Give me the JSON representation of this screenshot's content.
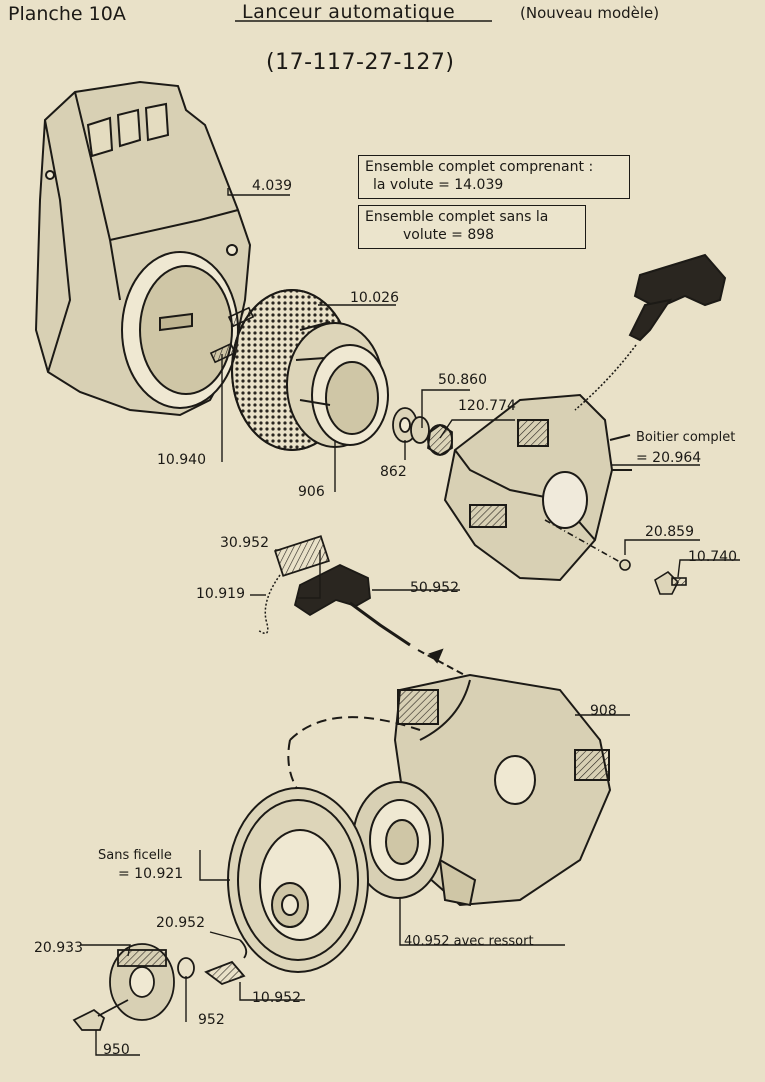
{
  "header": {
    "plate": "Planche 10A",
    "title": "Lanceur automatique",
    "model": "(Nouveau modèle)",
    "models": "(17-117-27-127)"
  },
  "notes": {
    "complete_line1": "Ensemble complet comprenant :",
    "complete_line2": "la volute = 14.039",
    "without_line1": "Ensemble complet sans la",
    "without_line2": "volute = 898"
  },
  "labels": {
    "p4039": "4.039",
    "p10026": "10.026",
    "p50860": "50.860",
    "p120774": "120.774",
    "p862": "862",
    "p906": "906",
    "p10940": "10.940",
    "boitier": "Boitier complet",
    "boitier_ref": "= 20.964",
    "p20859": "20.859",
    "p10740": "10.740",
    "p30952": "30.952",
    "p10919": "10.919",
    "p50952": "50.952",
    "p908": "908",
    "sans_ficelle": "Sans ficelle",
    "sans_ficelle_ref": "= 10.921",
    "p20952": "20.952",
    "p20933": "20.933",
    "p952": "952",
    "p10952": "10.952",
    "p40952": "40.952 avec ressort",
    "p950": "950"
  }
}
